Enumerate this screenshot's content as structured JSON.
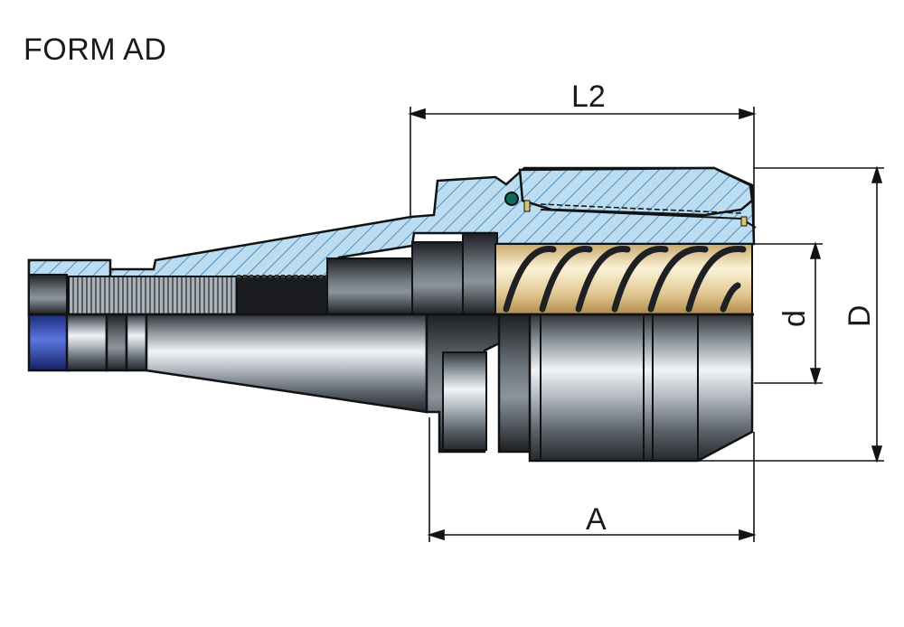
{
  "title": "FORM AD",
  "dimensions": {
    "l2": "L2",
    "a": "A",
    "d_small": "d",
    "d_large": "D"
  },
  "colors": {
    "section_fill": "#b9dcf0",
    "section_hatch": "#4a8fc4",
    "steel_dark": "#3b3f45",
    "steel_light": "#d8dde2",
    "thread_gold": "#e8d7a8",
    "ring_blue": "#2a3fa8",
    "outline": "#101214"
  }
}
